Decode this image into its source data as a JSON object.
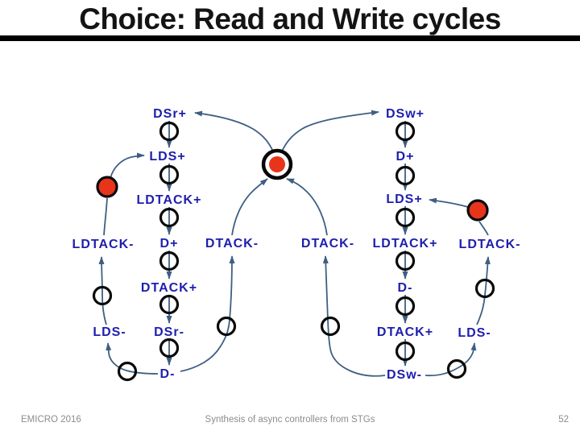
{
  "title": "Choice: Read and Write cycles",
  "footer": {
    "conference": "EMICRO 2016",
    "subject": "Synthesis of async controllers from STGs",
    "page_number": "52"
  },
  "diagram": {
    "type": "signal-transition-graph",
    "read_cycle": {
      "transitions": [
        "DSr+",
        "LDS+",
        "LDTACK+",
        "D+",
        "DTACK+",
        "DSr-",
        "D-"
      ]
    },
    "write_cycle": {
      "transitions": [
        "DSw+",
        "D+",
        "LDS+",
        "LDTACK+",
        "D-",
        "DTACK+",
        "DSw-"
      ]
    },
    "read_return": {
      "dtack_minus": "DTACK-",
      "lds_minus": "LDS-",
      "ldtack_minus": "LDTACK-"
    },
    "write_return": {
      "dtack_minus": "DTACK-",
      "lds_minus": "LDS-",
      "ldtack_minus": "LDTACK-"
    },
    "marking": {
      "choice_place_tokens": 1,
      "read_return_place_tokens": 1,
      "write_return_place_tokens": 1
    }
  },
  "colors": {
    "transition_label": "#1e1eae",
    "arc": "#3e5f82",
    "token": "#e8341b",
    "place_outline": "#0a0a0a",
    "title_text": "#141414",
    "title_rule": "#000000",
    "footer_text": "#8c8c8c"
  }
}
